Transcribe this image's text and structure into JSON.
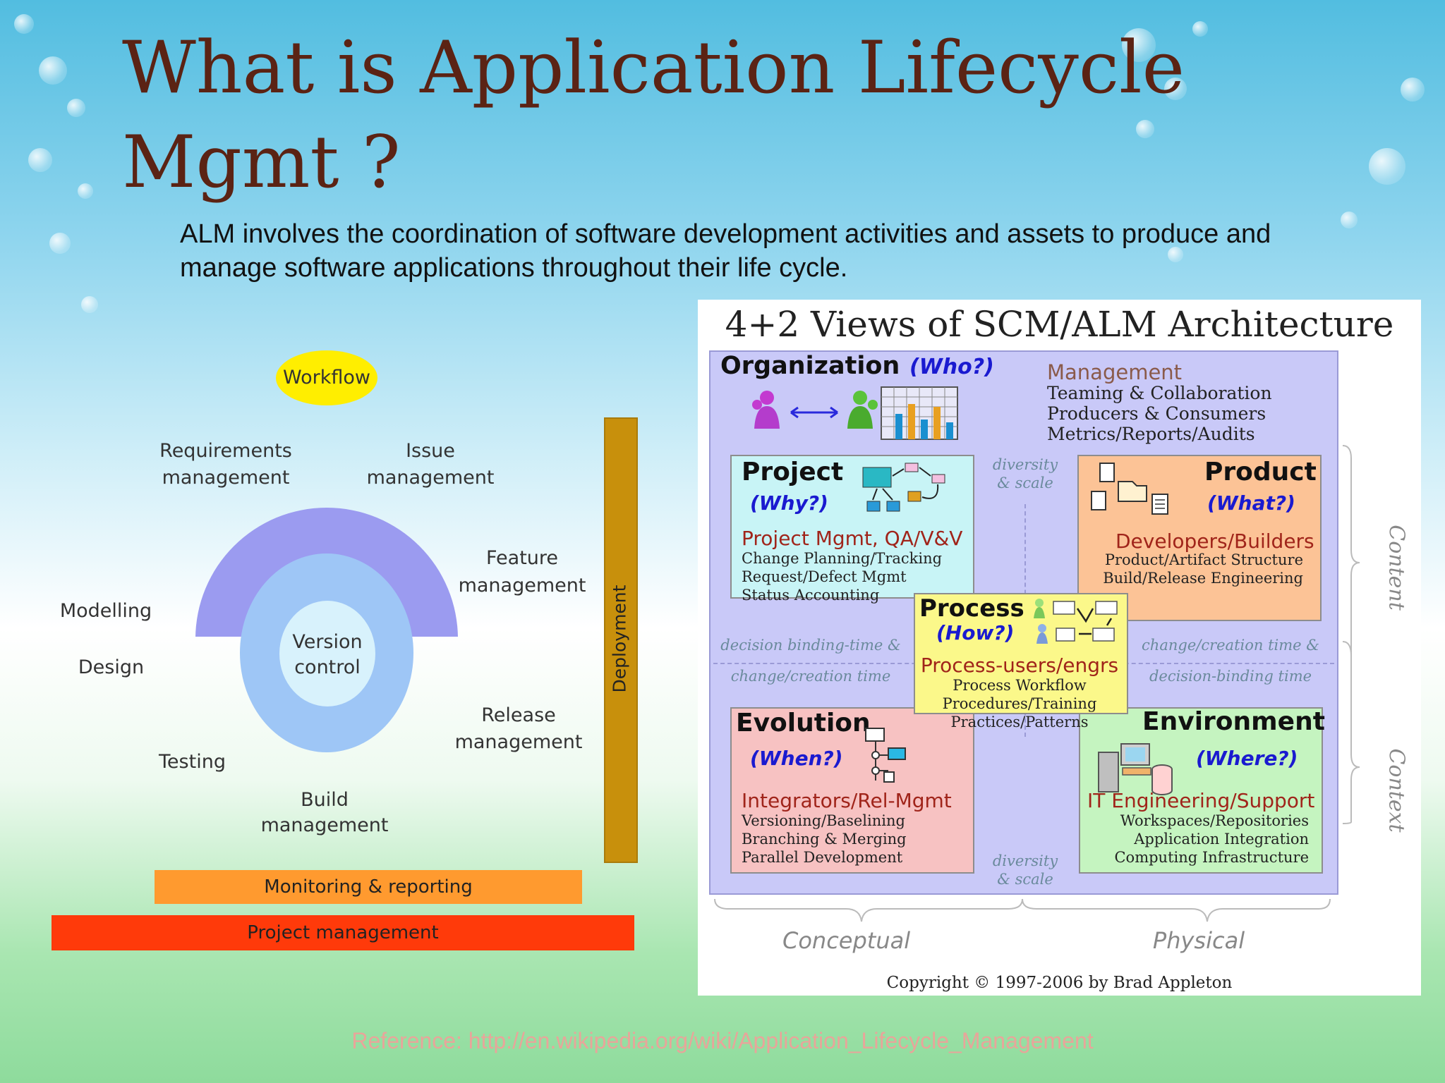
{
  "slide": {
    "title": "What is Application Lifecycle Mgmt ?",
    "subtitle": "ALM involves the coordination of software development activities and assets to produce and manage software applications throughout their life cycle.",
    "reference": "Reference: http://en.wikipedia.org/wiki/Application_Lifecycle_Management"
  },
  "alm_diagram": {
    "workflow": "Workflow",
    "requirements_1": "Requirements",
    "requirements_2": "management",
    "issue_1": "Issue",
    "issue_2": "management",
    "feature_1": "Feature",
    "feature_2": "management",
    "modelling": "Modelling",
    "design": "Design",
    "version_1": "Version",
    "version_2": "control",
    "release_1": "Release",
    "release_2": "management",
    "testing": "Testing",
    "build_1": "Build",
    "build_2": "management",
    "deployment": "Deployment",
    "monitoring": "Monitoring & reporting",
    "project_mgmt": "Project management"
  },
  "scm_figure": {
    "title": "4+2 Views of SCM/ALM Architecture",
    "organization": {
      "heading": "Organization",
      "question": "(Who?)",
      "role": "Management",
      "lines": [
        "Teaming & Collaboration",
        "Producers & Consumers",
        "Metrics/Reports/Audits"
      ]
    },
    "project": {
      "heading": "Project",
      "question": "(Why?)",
      "role": "Project Mgmt, QA/V&V",
      "lines": [
        "Change Planning/Tracking",
        "Request/Defect Mgmt",
        "Status Accounting"
      ]
    },
    "product": {
      "heading": "Product",
      "question": "(What?)",
      "role": "Developers/Builders",
      "lines": [
        "Product/Artifact Structure",
        "Build/Release Engineering"
      ]
    },
    "process": {
      "heading": "Process",
      "question": "(How?)",
      "role": "Process-users/engrs",
      "lines": [
        "Process Workflow",
        "Procedures/Training",
        "Practices/Patterns"
      ]
    },
    "evolution": {
      "heading": "Evolution",
      "question": "(When?)",
      "role": "Integrators/Rel-Mgmt",
      "lines": [
        "Versioning/Baselining",
        "Branching & Merging",
        "Parallel Development"
      ]
    },
    "environment": {
      "heading": "Environment",
      "question": "(Where?)",
      "role": "IT Engineering/Support",
      "lines": [
        "Workspaces/Repositories",
        "Application Integration",
        "Computing Infrastructure"
      ]
    },
    "diversity_top_1": "diversity",
    "diversity_top_2": "& scale",
    "diversity_bottom_1": "diversity",
    "diversity_bottom_2": "& scale",
    "left_axis_1": "decision binding-time &",
    "left_axis_2": "change/creation time",
    "right_axis_1": "change/creation time &",
    "right_axis_2": "decision-binding time",
    "content": "Content",
    "context": "Context",
    "conceptual": "Conceptual",
    "physical": "Physical",
    "copyright": "Copyright © 1997-2006 by Brad Appleton"
  },
  "colors": {
    "title": "#5b2314",
    "workflow": "#ffee00",
    "deployment": "#c8900c",
    "monitoring": "#ff9a2f",
    "project_management": "#ff3a0a",
    "project_box": "#c8f4f6",
    "product_box": "#fcc396",
    "process_box": "#fbf88a",
    "evolution_box": "#f7c2c2",
    "environment_box": "#c5f4c0",
    "question": "#1a1ad0",
    "role": "#a0241a"
  }
}
